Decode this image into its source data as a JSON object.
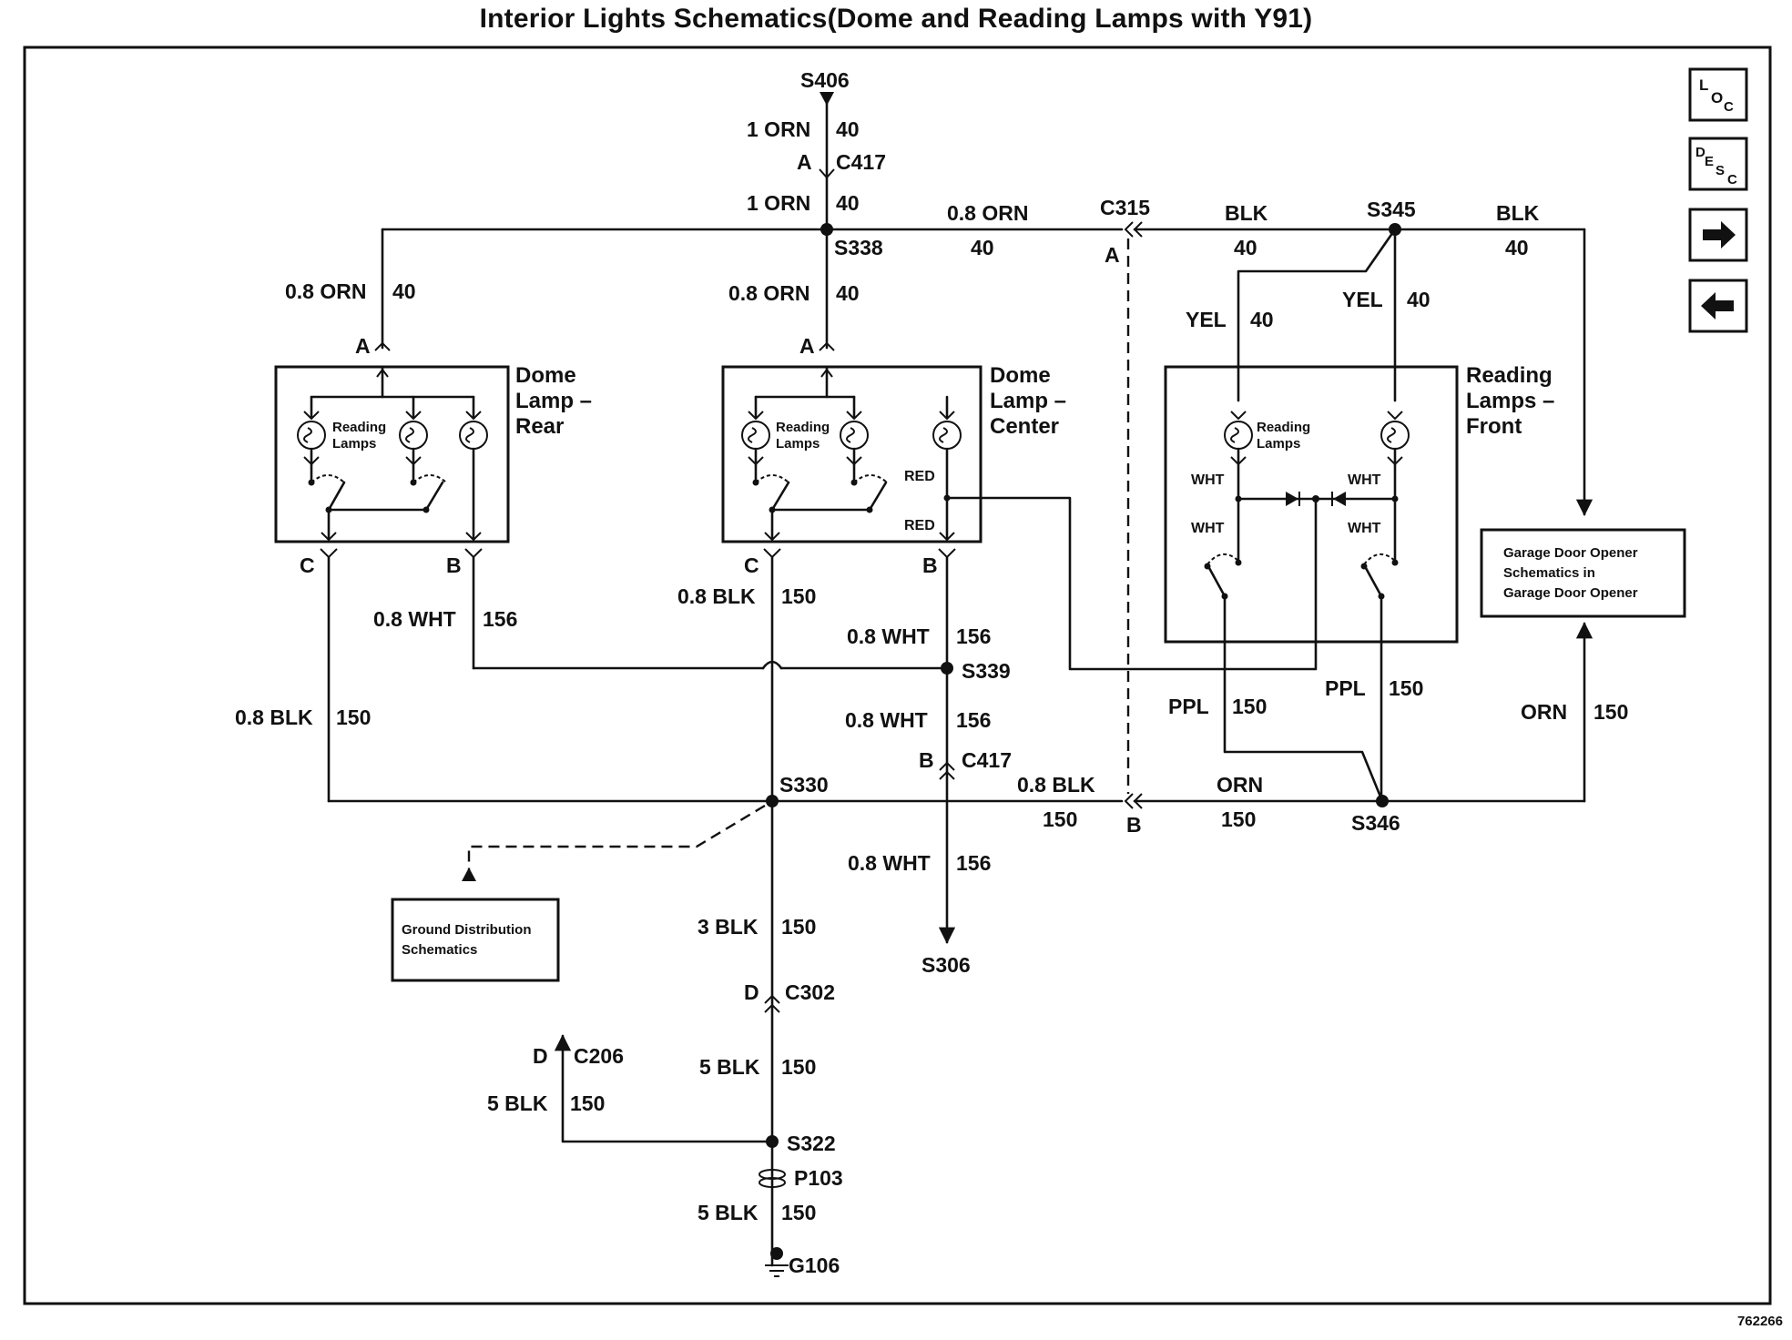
{
  "title": "Interior Lights Schematics(Dome and Reading Lamps with Y91)",
  "doc_number": "762266",
  "nav_buttons": [
    {
      "name": "loc",
      "label_parts": [
        "L",
        "O",
        "C"
      ]
    },
    {
      "name": "desc",
      "label_parts": [
        "D",
        "E",
        "S",
        "C"
      ]
    },
    {
      "name": "next",
      "icon": "right-arrow-icon"
    },
    {
      "name": "previous",
      "icon": "left-arrow-icon"
    }
  ],
  "components": {
    "dome_rear": {
      "title_lines": [
        "Dome",
        "Lamp –",
        "Rear"
      ],
      "bulb_label": [
        "Reading",
        "Lamps"
      ]
    },
    "dome_center": {
      "title_lines": [
        "Dome",
        "Lamp –",
        "Center"
      ],
      "bulb_label": [
        "Reading",
        "Lamps"
      ],
      "red_top": "RED",
      "red_bottom": "RED"
    },
    "reading_front": {
      "title_lines": [
        "Reading",
        "Lamps –",
        "Front"
      ],
      "bulb_label": [
        "Reading",
        "Lamps"
      ],
      "wht": [
        "WHT",
        "WHT",
        "WHT",
        "WHT"
      ]
    },
    "garage_ref": {
      "lines": [
        "Garage Door Opener",
        "Schematics in",
        "Garage Door Opener"
      ]
    },
    "ground_ref": {
      "lines": [
        "Ground Distribution",
        "Schematics"
      ]
    }
  },
  "labels": {
    "s406": "S406",
    "wire_1orn_top": "1 ORN",
    "c40_top": "40",
    "a_c417": "A",
    "c417_top": "C417",
    "wire_1orn_2": "1 ORN",
    "c40_2": "40",
    "s338": "S338",
    "wire_08orn_bus": "0.8 ORN",
    "c40_bus": "40",
    "c315": "C315",
    "c315_a": "A",
    "blk_top1": "BLK",
    "c40_blk1": "40",
    "s345": "S345",
    "blk_top2": "BLK",
    "c40_blk2": "40",
    "rear_orn": "0.8 ORN",
    "rear_40": "40",
    "rear_a": "A",
    "center_orn": "0.8 ORN",
    "center_40": "40",
    "center_a": "A",
    "yel1": "YEL",
    "yel1_40": "40",
    "yel2": "YEL",
    "yel2_40": "40",
    "rear_c": "C",
    "rear_b": "B",
    "center_c": "C",
    "center_b": "B",
    "rear_wht": "0.8 WHT",
    "rear_wht_156": "156",
    "center_blk": "0.8 BLK",
    "center_blk_150": "150",
    "s339_wht": "0.8 WHT",
    "s339_156": "156",
    "s339": "S339",
    "rear_blk": "0.8 BLK",
    "rear_blk_150": "150",
    "b_wht": "0.8 WHT",
    "b_156": "156",
    "c417_b": "B",
    "c417_bot": "C417",
    "s330": "S330",
    "bus_blk": "0.8 BLK",
    "bus_150": "150",
    "c315_b": "B",
    "orn_bot": "ORN",
    "orn_bot_150": "150",
    "s346": "S346",
    "ppl1": "PPL",
    "ppl1_150": "150",
    "ppl2": "PPL",
    "ppl2_150": "150",
    "gdo_orn": "ORN",
    "gdo_150": "150",
    "s306_wht": "0.8 WHT",
    "s306_156": "156",
    "s306": "S306",
    "blk3": "3 BLK",
    "blk3_150": "150",
    "c302_d": "D",
    "c302": "C302",
    "blk5_a": "5 BLK",
    "blk5_a_150": "150",
    "c206_d": "D",
    "c206": "C206",
    "blk5_b": "5 BLK",
    "blk5_b_150": "150",
    "s322": "S322",
    "p103": "P103",
    "blk5_c": "5 BLK",
    "blk5_c_150": "150",
    "g106": "G106"
  }
}
